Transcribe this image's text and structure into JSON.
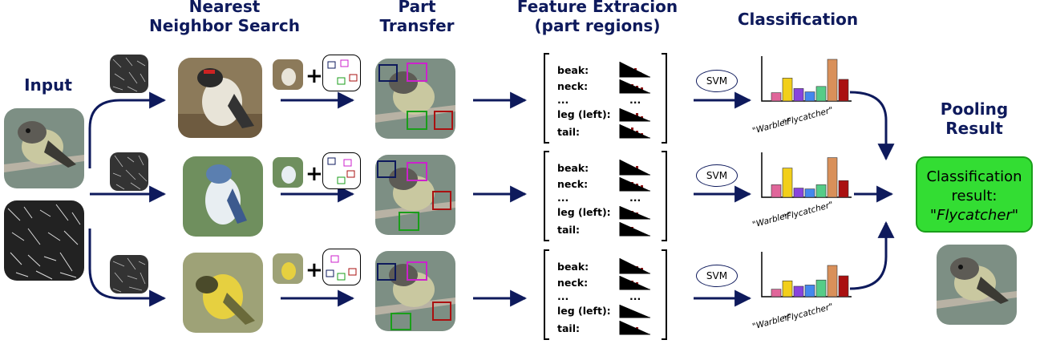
{
  "headers": {
    "input": "Input",
    "nn_search": [
      "Nearest",
      "Neighbor Search"
    ],
    "part_transfer": [
      "Part",
      "Transfer"
    ],
    "feature": [
      "Feature Extracion",
      "(part regions)"
    ],
    "classification": "Classification",
    "pooling": [
      "Pooling",
      "Result"
    ]
  },
  "features": {
    "labels": [
      "beak:",
      "neck:",
      "...",
      "leg (left):",
      "tail:"
    ],
    "dots": "..."
  },
  "svm_label": "SVM",
  "class_labels": {
    "warbler": "\"Warbler\"",
    "flycatcher": "\"Flycatcher\""
  },
  "result": {
    "line1": "Classification",
    "line2": "result:",
    "line3": "\"Flycatcher\""
  },
  "colors": {
    "navy": "#0e1a5c",
    "bar_colors": [
      "#e0669a",
      "#f2cf1a",
      "#8844dd",
      "#4488ee",
      "#55cc88",
      "#d9905a",
      "#aa1111"
    ],
    "result_bg": "#33dd33"
  },
  "chart_data": [
    {
      "type": "bar",
      "series": [
        {
          "values": [
            0.2,
            0.55,
            0.3,
            0.22,
            0.35,
            1.0,
            0.52
          ]
        }
      ]
    },
    {
      "type": "bar",
      "series": [
        {
          "values": [
            0.3,
            0.7,
            0.22,
            0.2,
            0.3,
            0.95,
            0.4
          ]
        }
      ]
    },
    {
      "type": "bar",
      "series": [
        {
          "values": [
            0.18,
            0.38,
            0.25,
            0.28,
            0.4,
            0.75,
            0.5
          ]
        }
      ]
    }
  ]
}
